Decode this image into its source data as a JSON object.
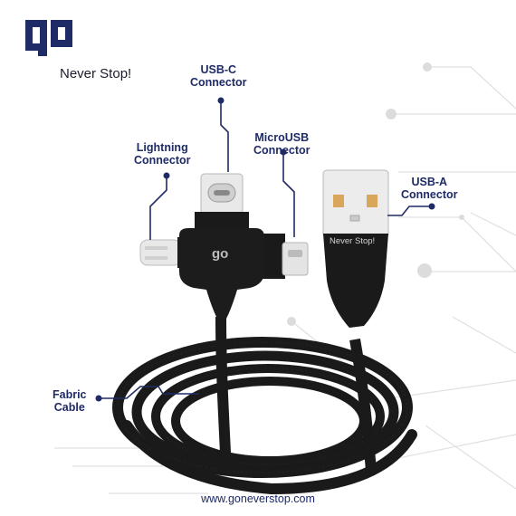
{
  "brand": {
    "logo_text": "go",
    "tagline": "Never Stop!",
    "cable_label": "Never Stop!",
    "colors": {
      "navy": "#1f2b66",
      "cable": "#1a1a1a",
      "line_grey": "#d8d8d8"
    }
  },
  "callouts": {
    "usbc": {
      "line1": "USB-C",
      "line2": "Connector"
    },
    "lightning": {
      "line1": "Lightning",
      "line2": "Connector"
    },
    "microusb": {
      "line1": "MicroUSB",
      "line2": "Connector"
    },
    "usba": {
      "line1": "USB-A",
      "line2": "Connector"
    },
    "fabric": {
      "line1": "Fabric",
      "line2": "Cable"
    }
  },
  "footer": {
    "website": "www.goneverstop.com"
  }
}
